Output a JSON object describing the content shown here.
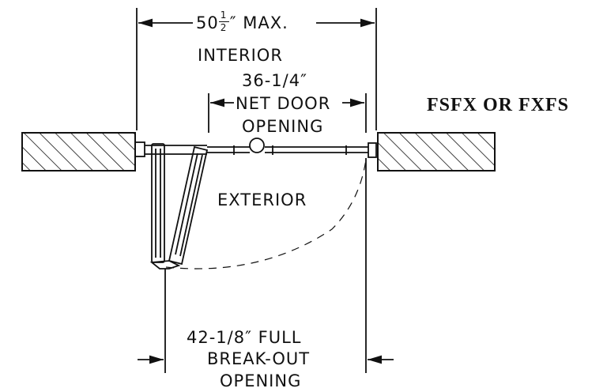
{
  "drawing": {
    "max_width": {
      "whole": "50",
      "numerator": "1",
      "denominator": "2",
      "suffix": "″ MAX."
    },
    "interior_label": "INTERIOR",
    "net_door": {
      "dimension": "36-1/4″",
      "label_line1": "NET DOOR",
      "label_line2": "OPENING"
    },
    "model_label": "FSFX OR FXFS",
    "exterior_label": "EXTERIOR",
    "breakout": {
      "line1": "42-1/8″ FULL",
      "line2": "BREAK-OUT",
      "line3": "OPENING"
    }
  }
}
